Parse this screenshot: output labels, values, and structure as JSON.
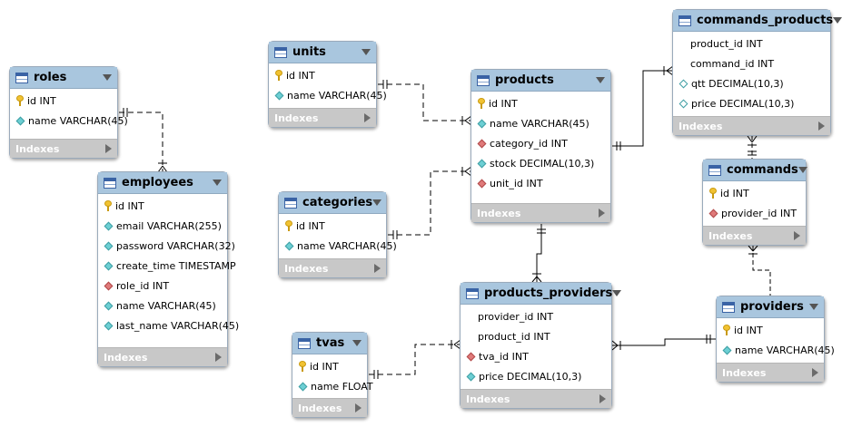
{
  "tables": {
    "roles": {
      "name": "roles",
      "indexes_label": "Indexes",
      "columns": [
        {
          "text": "id INT",
          "kind": "pk"
        },
        {
          "text": "name VARCHAR(45)",
          "kind": "nn"
        }
      ]
    },
    "units": {
      "name": "units",
      "indexes_label": "Indexes",
      "columns": [
        {
          "text": "id INT",
          "kind": "pk"
        },
        {
          "text": "name VARCHAR(45)",
          "kind": "nn"
        }
      ]
    },
    "products": {
      "name": "products",
      "indexes_label": "Indexes",
      "columns": [
        {
          "text": "id INT",
          "kind": "pk"
        },
        {
          "text": "name VARCHAR(45)",
          "kind": "nn"
        },
        {
          "text": "category_id INT",
          "kind": "fk"
        },
        {
          "text": "stock DECIMAL(10,3)",
          "kind": "nn"
        },
        {
          "text": "unit_id INT",
          "kind": "fk"
        }
      ]
    },
    "commands_products": {
      "name": "commands_products",
      "indexes_label": "Indexes",
      "columns": [
        {
          "text": "product_id INT",
          "kind": "plain"
        },
        {
          "text": "command_id INT",
          "kind": "plain"
        },
        {
          "text": "qtt DECIMAL(10,3)",
          "kind": "col"
        },
        {
          "text": "price DECIMAL(10,3)",
          "kind": "col"
        }
      ]
    },
    "employees": {
      "name": "employees",
      "indexes_label": "Indexes",
      "columns": [
        {
          "text": "id INT",
          "kind": "pk"
        },
        {
          "text": "email VARCHAR(255)",
          "kind": "nn"
        },
        {
          "text": "password VARCHAR(32)",
          "kind": "nn"
        },
        {
          "text": "create_time TIMESTAMP",
          "kind": "nn"
        },
        {
          "text": "role_id INT",
          "kind": "fk"
        },
        {
          "text": "name VARCHAR(45)",
          "kind": "nn"
        },
        {
          "text": "last_name VARCHAR(45)",
          "kind": "nn"
        }
      ]
    },
    "categories": {
      "name": "categories",
      "indexes_label": "Indexes",
      "columns": [
        {
          "text": "id INT",
          "kind": "pk"
        },
        {
          "text": "name VARCHAR(45)",
          "kind": "nn"
        }
      ]
    },
    "commands": {
      "name": "commands",
      "indexes_label": "Indexes",
      "columns": [
        {
          "text": "id INT",
          "kind": "pk"
        },
        {
          "text": "provider_id INT",
          "kind": "fk"
        }
      ]
    },
    "products_providers": {
      "name": "products_providers",
      "indexes_label": "Indexes",
      "columns": [
        {
          "text": "provider_id INT",
          "kind": "plain"
        },
        {
          "text": "product_id INT",
          "kind": "plain"
        },
        {
          "text": "tva_id INT",
          "kind": "fk"
        },
        {
          "text": "price DECIMAL(10,3)",
          "kind": "nn"
        }
      ]
    },
    "providers": {
      "name": "providers",
      "indexes_label": "Indexes",
      "columns": [
        {
          "text": "id INT",
          "kind": "pk"
        },
        {
          "text": "name VARCHAR(45)",
          "kind": "nn"
        }
      ]
    },
    "tvas": {
      "name": "tvas",
      "indexes_label": "Indexes",
      "columns": [
        {
          "text": "id INT",
          "kind": "pk"
        },
        {
          "text": "name FLOAT",
          "kind": "nn"
        }
      ]
    }
  },
  "relationships": [
    {
      "from": "roles",
      "to": "employees",
      "identifying": false
    },
    {
      "from": "units",
      "to": "products",
      "identifying": false
    },
    {
      "from": "categories",
      "to": "products",
      "identifying": false
    },
    {
      "from": "products",
      "to": "commands_products",
      "identifying": true
    },
    {
      "from": "commands",
      "to": "commands_products",
      "identifying": false
    },
    {
      "from": "providers",
      "to": "commands",
      "identifying": false
    },
    {
      "from": "products",
      "to": "products_providers",
      "identifying": true
    },
    {
      "from": "providers",
      "to": "products_providers",
      "identifying": true
    },
    {
      "from": "tvas",
      "to": "products_providers",
      "identifying": false
    }
  ],
  "colors": {
    "header": "#a9c6de",
    "indexes_bar": "#c8c8c8",
    "line": "#000000"
  }
}
